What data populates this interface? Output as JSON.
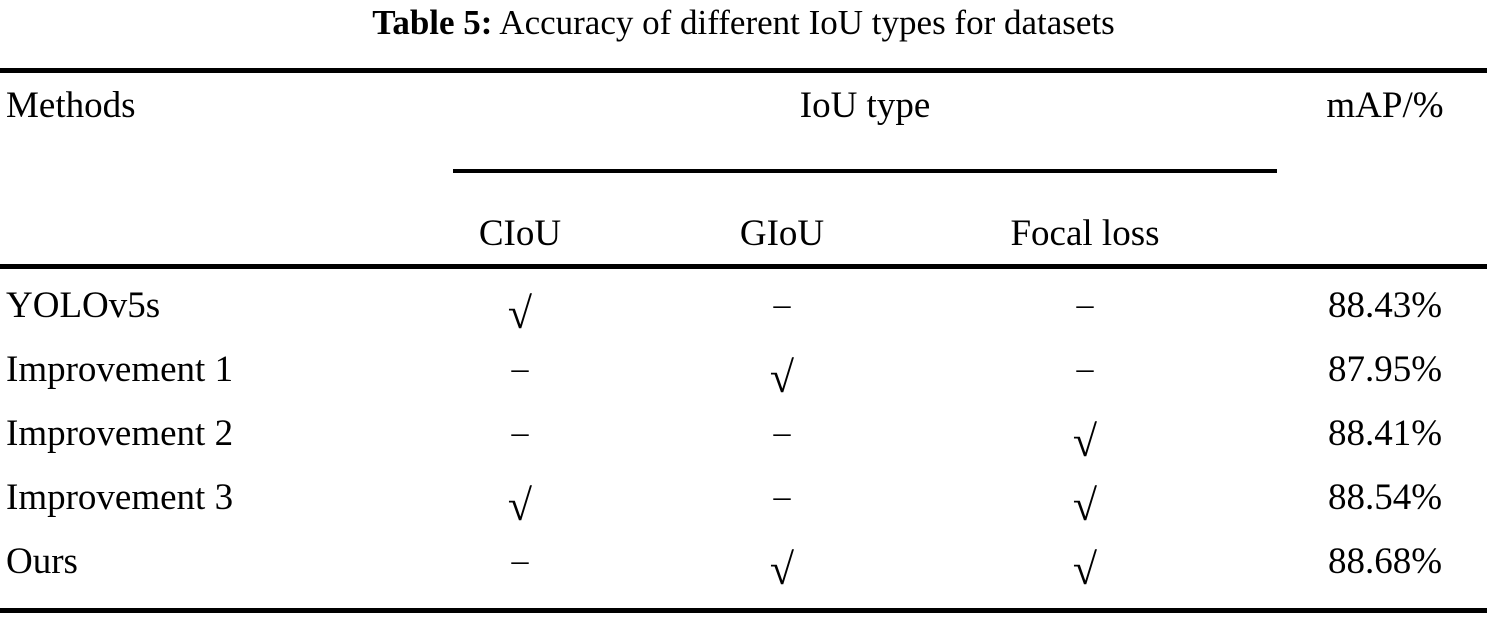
{
  "caption": {
    "label": "Table 5:",
    "text": "Accuracy of different IoU types for datasets"
  },
  "table": {
    "headers": {
      "methods": "Methods",
      "group": "IoU type",
      "map": "mAP/%"
    },
    "subheaders": {
      "ciou": "CIoU",
      "giou": "GIoU",
      "focal": "Focal loss"
    },
    "glyphs": {
      "check": "√",
      "dash": "–"
    },
    "rows": [
      {
        "method": "YOLOv5s",
        "ciou": "√",
        "giou": "–",
        "focal": "–",
        "map": "88.43%"
      },
      {
        "method": "Improvement 1",
        "ciou": "–",
        "giou": "√",
        "focal": "–",
        "map": "87.95%"
      },
      {
        "method": "Improvement 2",
        "ciou": "–",
        "giou": "–",
        "focal": "√",
        "map": "88.41%"
      },
      {
        "method": "Improvement 3",
        "ciou": "√",
        "giou": "–",
        "focal": "√",
        "map": "88.54%"
      },
      {
        "method": "Ours",
        "ciou": "–",
        "giou": "√",
        "focal": "√",
        "map": "88.68%"
      }
    ]
  }
}
